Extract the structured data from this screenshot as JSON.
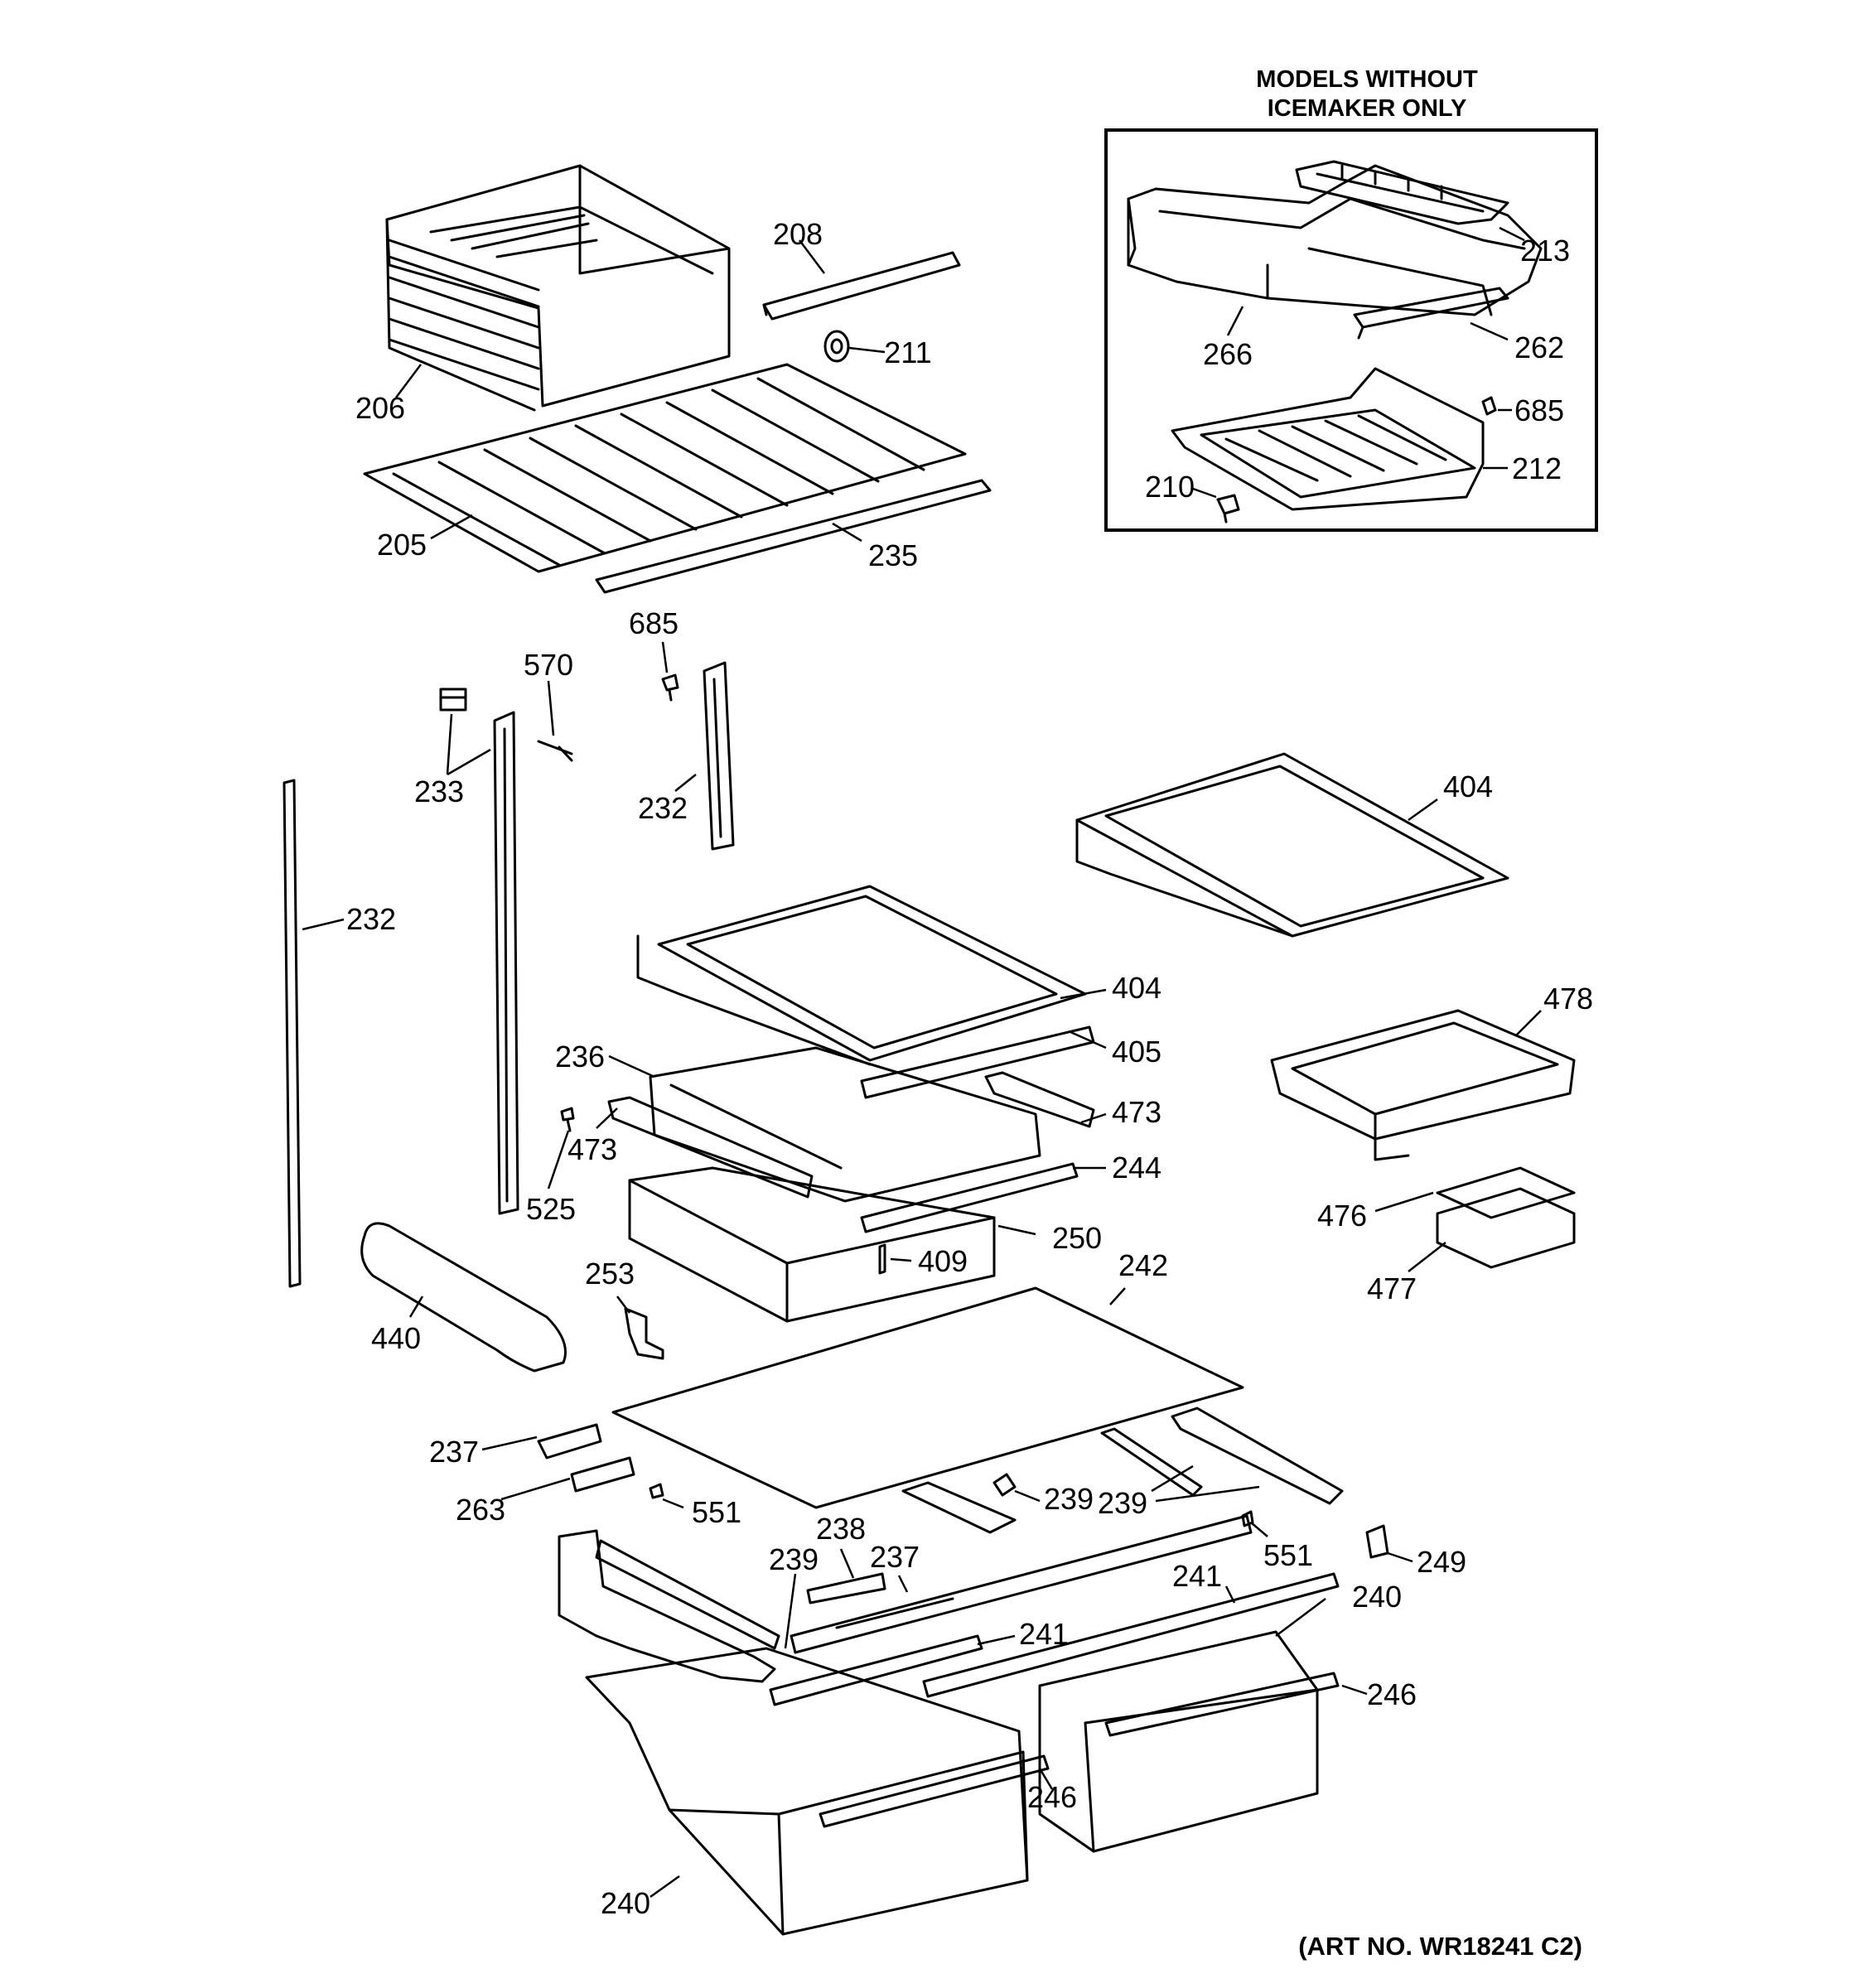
{
  "inset": {
    "title_line1": "MODELS WITHOUT",
    "title_line2": "ICEMAKER ONLY"
  },
  "art_number": "(ART NO. WR18241 C2)",
  "callouts": {
    "c206": "206",
    "c208": "208",
    "c211": "211",
    "c205": "205",
    "c235": "235",
    "c213": "213",
    "c266": "266",
    "c262": "262",
    "c685a": "685",
    "c212": "212",
    "c210": "210",
    "c685b": "685",
    "c570": "570",
    "c233": "233",
    "c232a": "232",
    "c232b": "232",
    "c404a": "404",
    "c404b": "404",
    "c405": "405",
    "c236": "236",
    "c473a": "473",
    "c473b": "473",
    "c478": "478",
    "c244": "244",
    "c525": "525",
    "c250": "250",
    "c409": "409",
    "c476": "476",
    "c477": "477",
    "c253": "253",
    "c242": "242",
    "c440": "440",
    "c237a": "237",
    "c263": "263",
    "c551a": "551",
    "c238": "238",
    "c237b": "237",
    "c239a": "239",
    "c239b": "239",
    "c239c": "239",
    "c551b": "551",
    "c249": "249",
    "c241a": "241",
    "c241b": "241",
    "c240a": "240",
    "c246a": "246",
    "c246b": "246",
    "c240b": "240"
  }
}
